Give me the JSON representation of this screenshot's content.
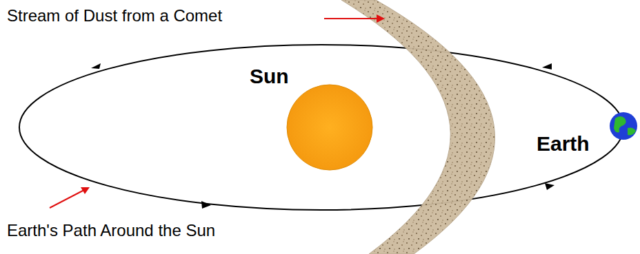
{
  "diagram": {
    "labels": [
      "Stream of Dust from a Comet",
      "Sun",
      "Earth",
      "Earth's Path Around the Sun"
    ]
  }
}
